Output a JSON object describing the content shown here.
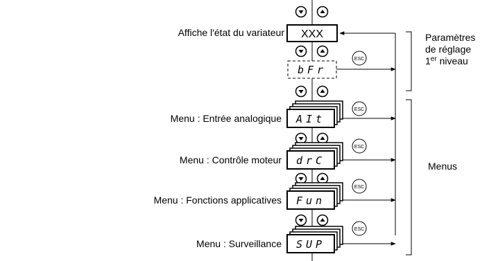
{
  "state_label": "Affiche l'état du variateur",
  "state_display": "XXX",
  "level1_code": "bFr",
  "esc_label": "ESC",
  "menus": [
    {
      "label": "Menu : Entrée analogique",
      "code": "AIt"
    },
    {
      "label": "Menu : Contrôle moteur",
      "code": "drC"
    },
    {
      "label": "Menu : Fonctions applicatives",
      "code": "Fun"
    },
    {
      "label": "Menu : Surveillance",
      "code": "SUP"
    }
  ],
  "params_label": {
    "line1": "Paramètres",
    "line2": "de réglage",
    "line3_base": "1",
    "line3_sup": "er",
    "line3_end": " niveau"
  },
  "menus_label": "Menus",
  "icons": [
    "arrow-down-button-icon",
    "arrow-up-button-icon",
    "esc-button-icon"
  ]
}
